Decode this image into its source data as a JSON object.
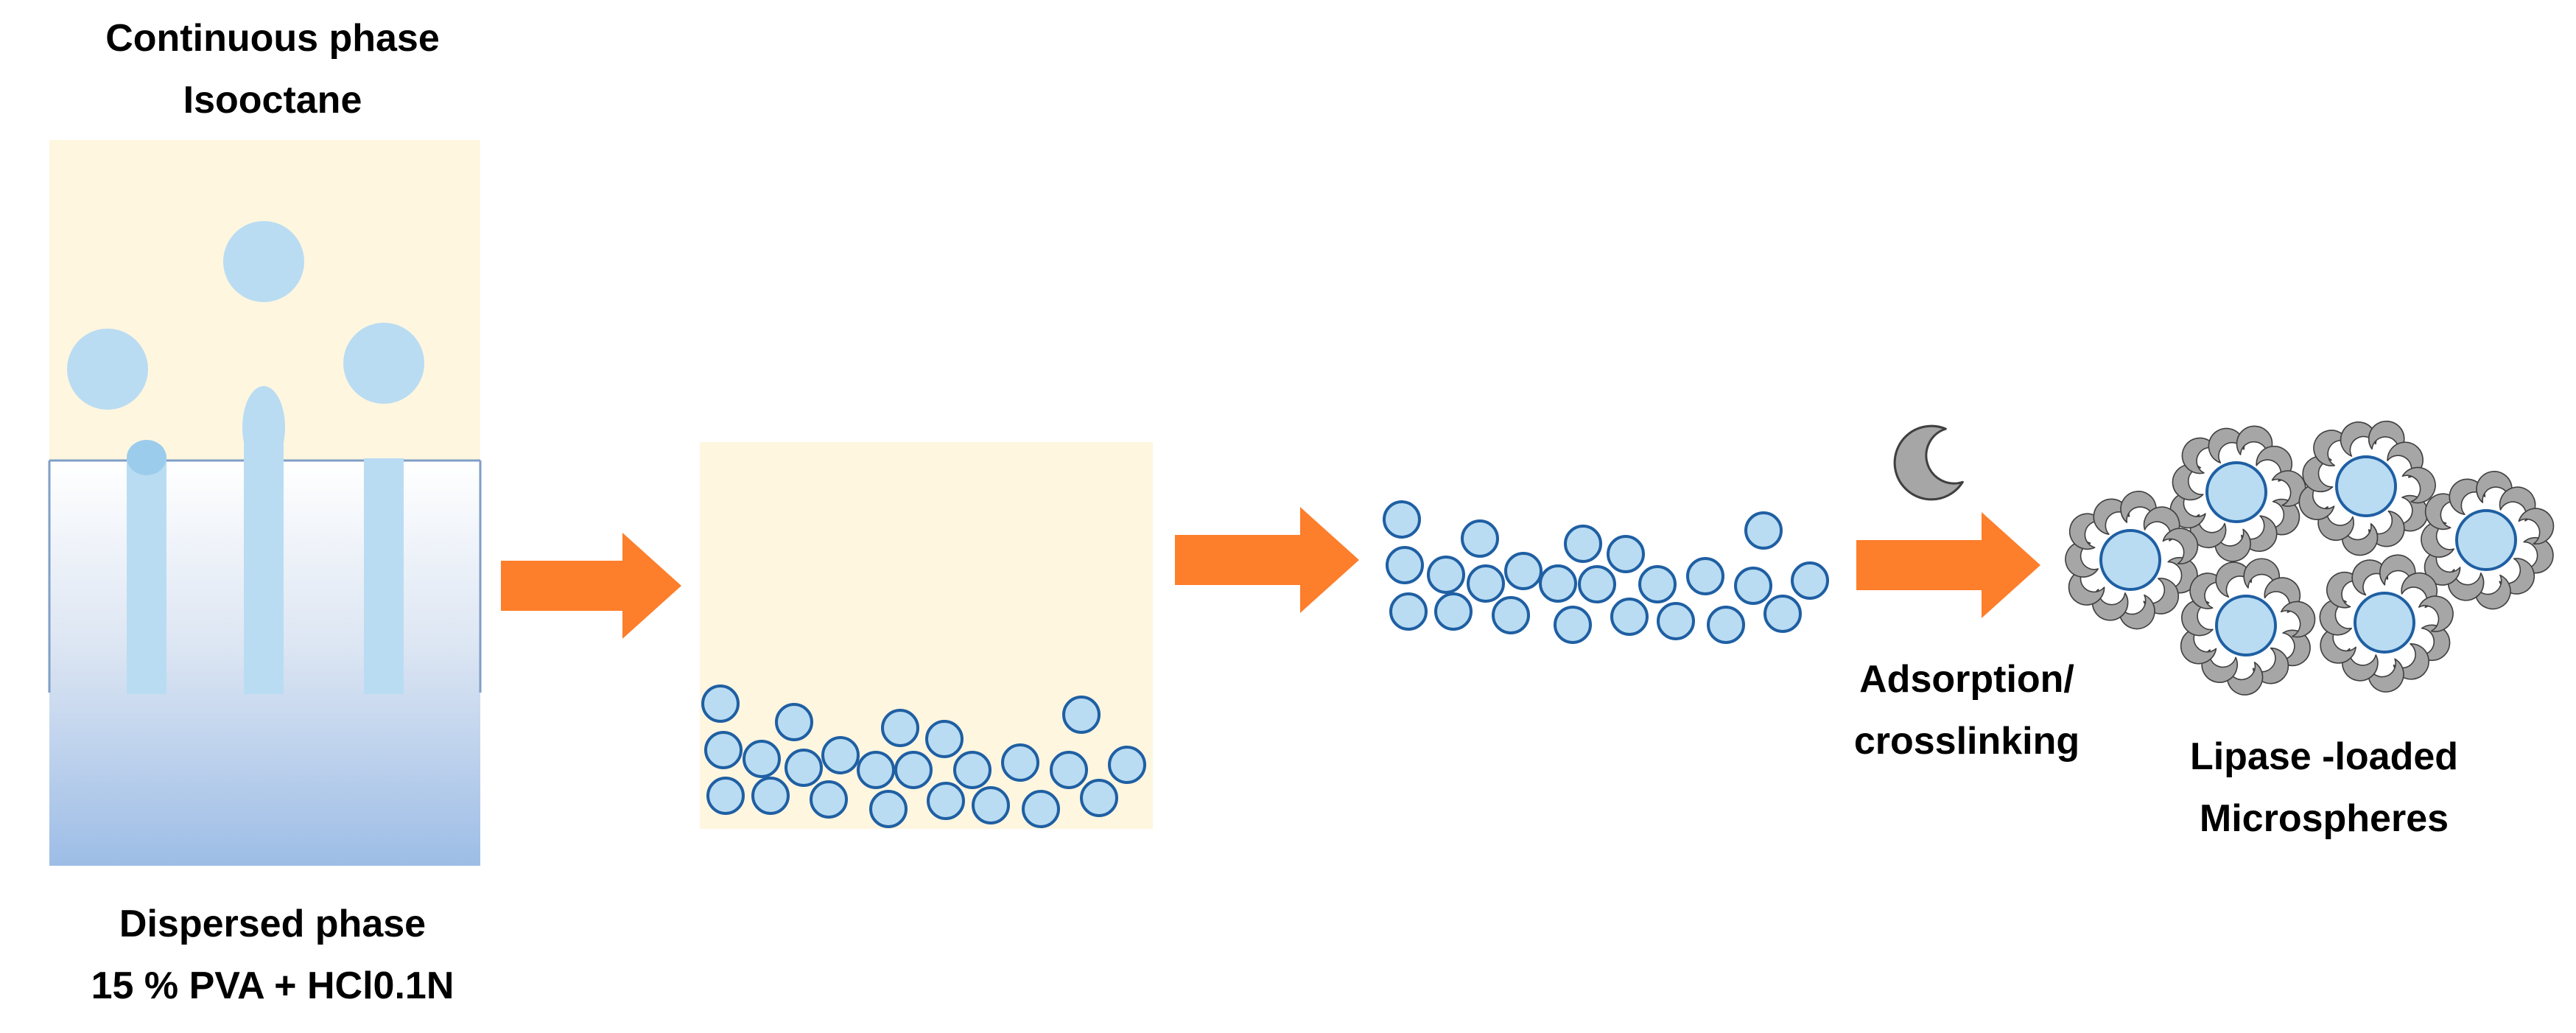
{
  "labels": {
    "continuous_line1": "Continuous phase",
    "continuous_line2": "Isooctane",
    "dispersed_line1": "Dispersed phase",
    "dispersed_line2": "15 % PVA + HCl0.1N",
    "process_line1": "Adsorption/",
    "process_line2": "crosslinking",
    "result_line1": "Lipase -loaded",
    "result_line2": "Microspheres"
  },
  "colors": {
    "continuous_phase_fill": "#fff6e0",
    "droplet_fill": "#b9dcf2",
    "droplet_stroke": "#1f5fa3",
    "arrow": "#fd7e2b",
    "enzyme_fill": "#a6a6a6",
    "enzyme_stroke": "#404040",
    "dispersed_gradient_top": "#ffffff",
    "dispersed_gradient_bottom": "#9dbde6"
  },
  "icons": {
    "arrow": "arrow-right-icon",
    "enzyme": "lipase-enzyme-icon",
    "droplet": "droplet-icon"
  }
}
